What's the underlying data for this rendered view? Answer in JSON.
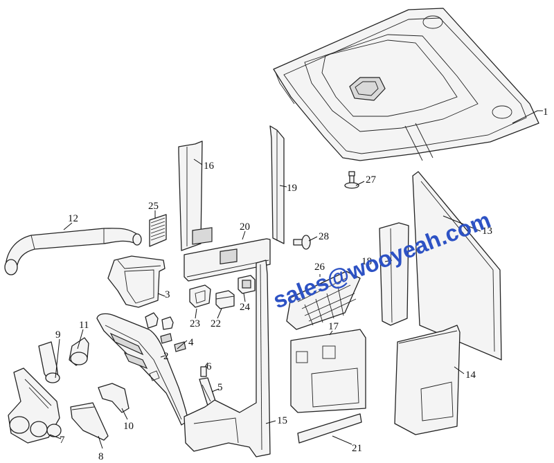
{
  "watermark": "sales@wooyeah.com",
  "callouts": [
    "1",
    "2",
    "3",
    "4",
    "5",
    "6",
    "7",
    "8",
    "9",
    "10",
    "11",
    "12",
    "13",
    "14",
    "15",
    "16",
    "17",
    "18",
    "19",
    "20",
    "21",
    "22",
    "23",
    "24",
    "25",
    "26",
    "27",
    "28"
  ],
  "colors": {
    "line": "#222222",
    "watermark": "#2d52c4",
    "background": "#ffffff"
  }
}
